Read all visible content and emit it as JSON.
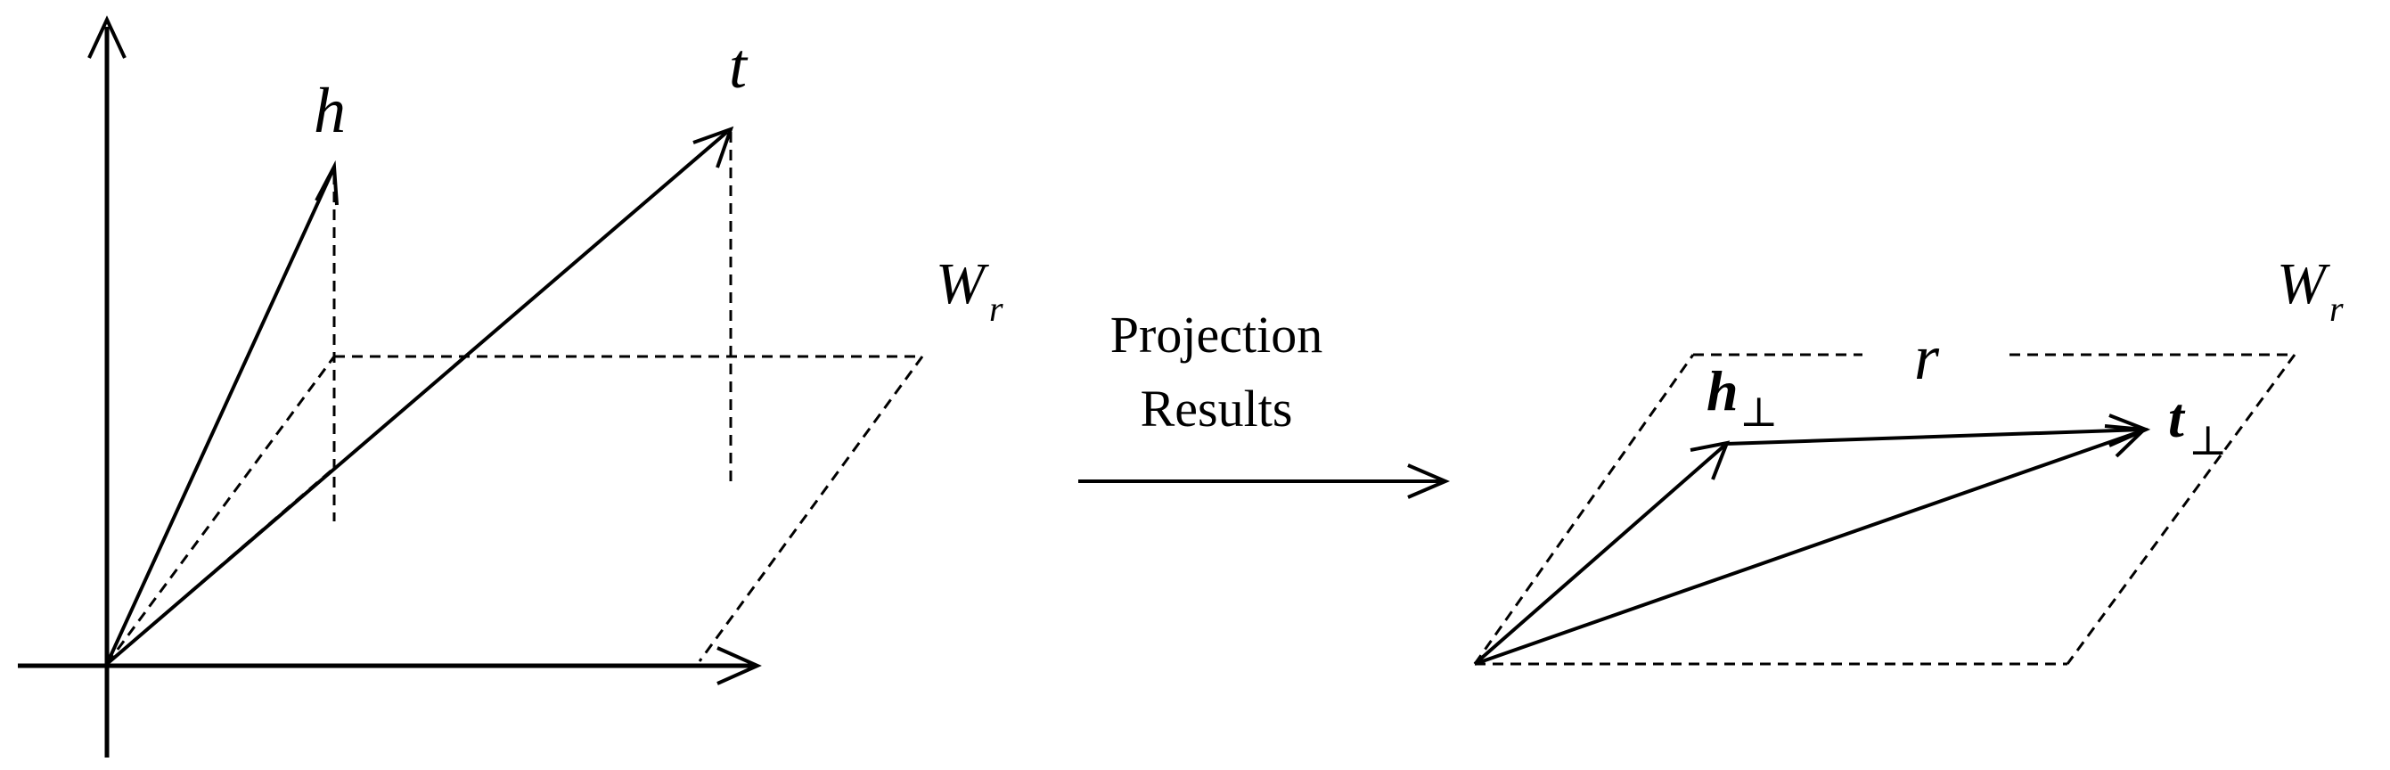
{
  "left_panel": {
    "label_h": "h",
    "label_t": "t",
    "label_plane_main": "W",
    "label_plane_sub": "r"
  },
  "transition": {
    "line1": "Projection",
    "line2": "Results"
  },
  "right_panel": {
    "label_h_main": "h",
    "label_h_sub": "⊥",
    "label_t_main": "t",
    "label_t_sub": "⊥",
    "label_r": "r",
    "label_plane_main": "W",
    "label_plane_sub": "r"
  }
}
